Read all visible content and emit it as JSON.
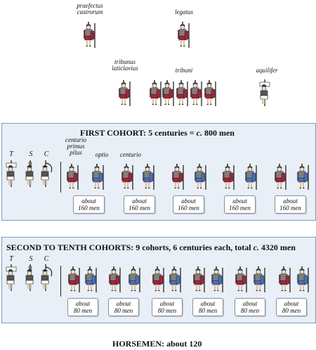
{
  "officers": {
    "praefectus": "praefectus\ncastrorum",
    "legatus": "legatus",
    "tribunus_laticlavius": "tribunus\nlaticlavius",
    "tribuni": "tribuni",
    "aquilifer": "aquilifer"
  },
  "first_cohort": {
    "title_pre": "FIRST COHORT: 5 centuries = ",
    "title_c": "c.",
    "title_post": " 800 men",
    "labels": {
      "t": "T",
      "s": "S",
      "c": "C",
      "centurio_primus_pilus": "centurio\nprimus\npilus",
      "optio": "optio",
      "centurio": "centurio"
    },
    "boxes": [
      "about\n160 men",
      "about\n160 men",
      "about\n160 men",
      "about\n160 men",
      "about\n160 men"
    ]
  },
  "other_cohorts": {
    "title_pre": "SECOND TO TENTH COHORTS: 9 cohorts, 6 centuries each,  total ",
    "title_c": "c.",
    "title_post": " 4320 men",
    "labels": {
      "t": "T",
      "s": "S",
      "c": "C"
    },
    "boxes": [
      "about\n80 men",
      "about\n80 men",
      "about\n80 men",
      "about\n80 men",
      "about\n80 men",
      "about\n80 men"
    ]
  },
  "horsemen": "HORSEMEN: about 120",
  "colors": {
    "tunic_red": "#a3243a",
    "tunic_blue": "#4a6fb5",
    "armor": "#8c8c8c",
    "panel": "#e9eff6",
    "panel_border": "#7a9cc0"
  }
}
